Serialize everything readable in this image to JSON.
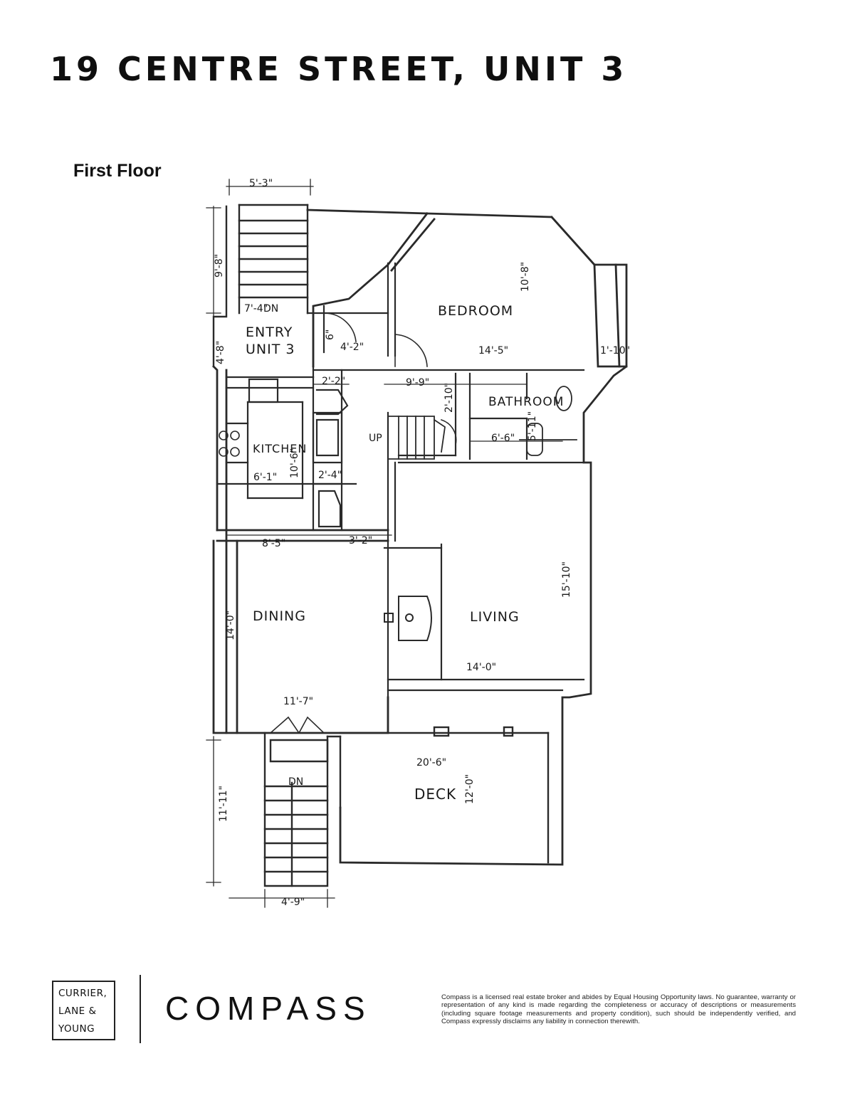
{
  "title": "19 CENTRE STREET, UNIT 3",
  "floor_label": "First Floor",
  "rooms": {
    "bedroom": "BEDROOM",
    "entry_line1": "ENTRY",
    "entry_line2": "UNIT 3",
    "bathroom": "BATHROOM",
    "kitchen": "KITCHEN",
    "dining": "DINING",
    "living": "LIVING",
    "deck": "DECK"
  },
  "stair_labels": {
    "dn_top": "DN",
    "up": "UP",
    "dn_bottom": "DN"
  },
  "dimensions": {
    "entry_stair_width": "5'-3\"",
    "entry_stair_length": "9'-8\"",
    "entry_landing": "7'-4\"",
    "entry_height": "4'-8\"",
    "hall_6": "6\"",
    "hall_4_2": "4'-2\"",
    "bedroom_depth": "10'-8\"",
    "bedroom_width": "14'-5\"",
    "bay_1_10": "1'-10\"",
    "hall_9_9": "9'-9\"",
    "closet_2_2": "2'-2\"",
    "hall_2_10": "2'-10\"",
    "bath_6_6": "6'-6\"",
    "bath_5_11": "5'-11\"",
    "kitchen_width": "6'-1\"",
    "kitchen_depth": "10'-6\"",
    "pantry_2_4": "2'-4\"",
    "dining_upper": "8'-5\"",
    "passage_3_2": "3'-2\"",
    "living_depth": "15'-10\"",
    "dining_depth": "14'-0\"",
    "living_width": "14'-0\"",
    "dining_width": "11'-7\"",
    "deck_width": "20'-6\"",
    "deck_depth": "12'-0\"",
    "rear_stair_length": "11'-11\"",
    "rear_stair_width": "4'-9\""
  },
  "brand": {
    "team_line1": "CURRIER,",
    "team_line2": "LANE &",
    "team_line3": "YOUNG",
    "company": "COMPASS",
    "disclaimer": "Compass is a licensed real estate broker and abides by Equal Housing Opportunity laws. No guarantee, warranty or representation of any kind is made regarding the completeness or accuracy of descriptions or measurements (including square footage measurements and property condition), such should be independently verified, and Compass expressly disclaims any liability in connection therewith."
  }
}
